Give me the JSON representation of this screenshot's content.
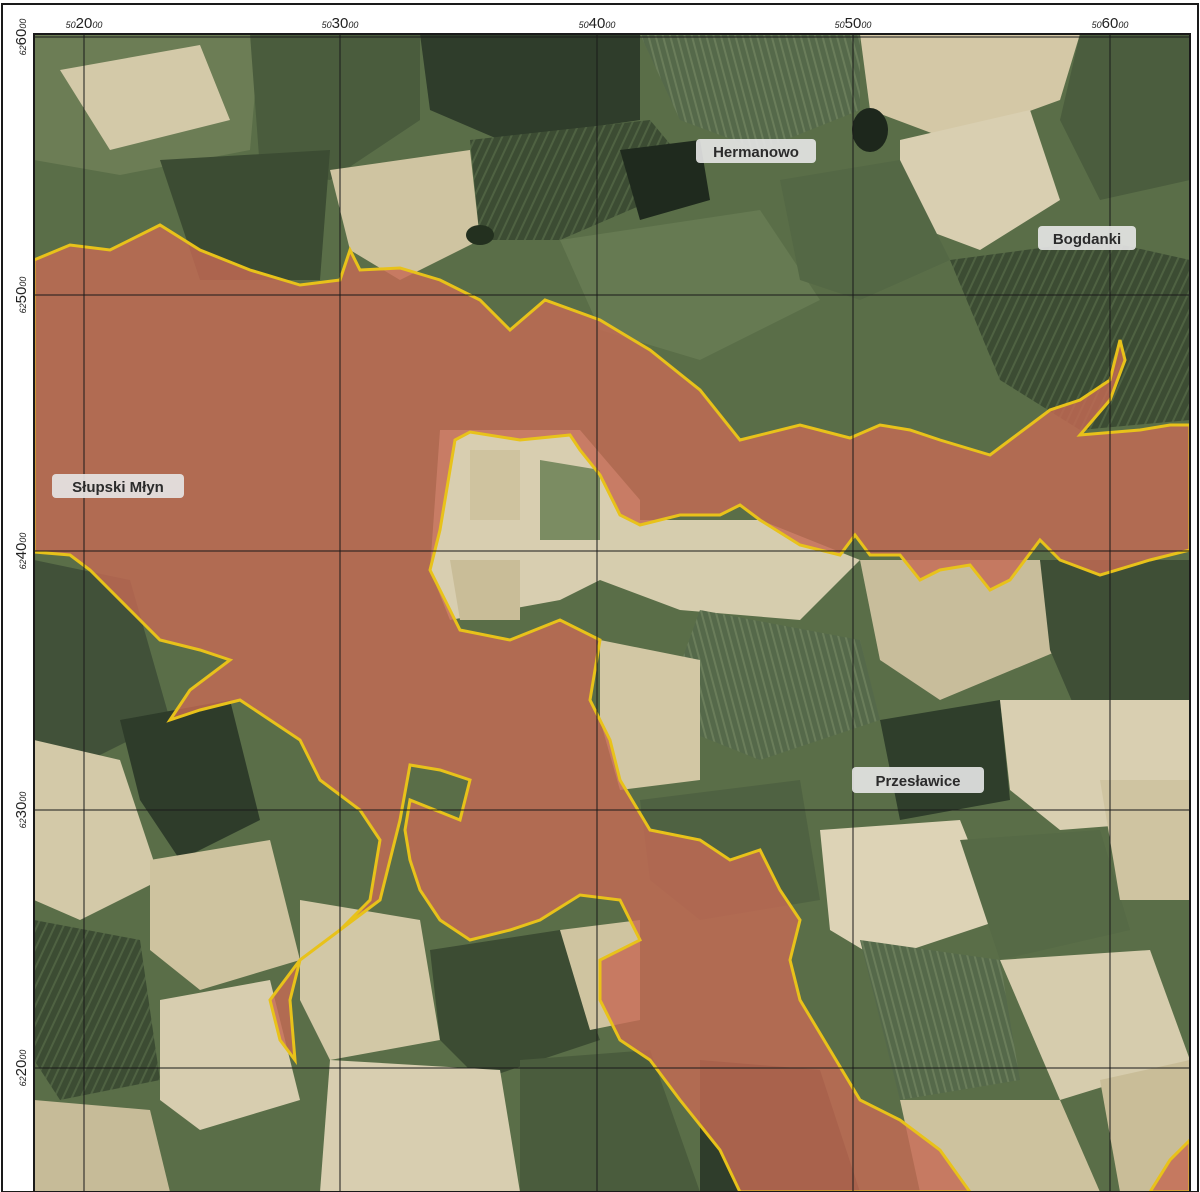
{
  "map": {
    "colors": {
      "farmland_green": "#5a6e48",
      "dark_field": "#34422c",
      "light_field": "#d8d0b6",
      "zone_fill": "#c46a54",
      "zone_outline": "#e8c21a",
      "label_bg": "#e7e7e7",
      "grid": "#1a1a1a"
    },
    "grid_top": [
      {
        "prefix": "50",
        "major": "20",
        "suffix": "00"
      },
      {
        "prefix": "50",
        "major": "30",
        "suffix": "00"
      },
      {
        "prefix": "50",
        "major": "40",
        "suffix": "00"
      },
      {
        "prefix": "50",
        "major": "50",
        "suffix": "00"
      },
      {
        "prefix": "50",
        "major": "60",
        "suffix": "00"
      }
    ],
    "grid_left": [
      {
        "prefix": "62",
        "major": "60",
        "suffix": "00"
      },
      {
        "prefix": "62",
        "major": "50",
        "suffix": "00"
      },
      {
        "prefix": "62",
        "major": "40",
        "suffix": "00"
      },
      {
        "prefix": "62",
        "major": "30",
        "suffix": "00"
      },
      {
        "prefix": "62",
        "major": "20",
        "suffix": "00"
      }
    ],
    "places": [
      {
        "id": "hermanowo",
        "name": "Hermanowo"
      },
      {
        "id": "bogdanki",
        "name": "Bogdanki"
      },
      {
        "id": "slupski-mlyn",
        "name": "Słupski Młyn"
      },
      {
        "id": "przeslawice",
        "name": "Przesławice"
      }
    ]
  }
}
